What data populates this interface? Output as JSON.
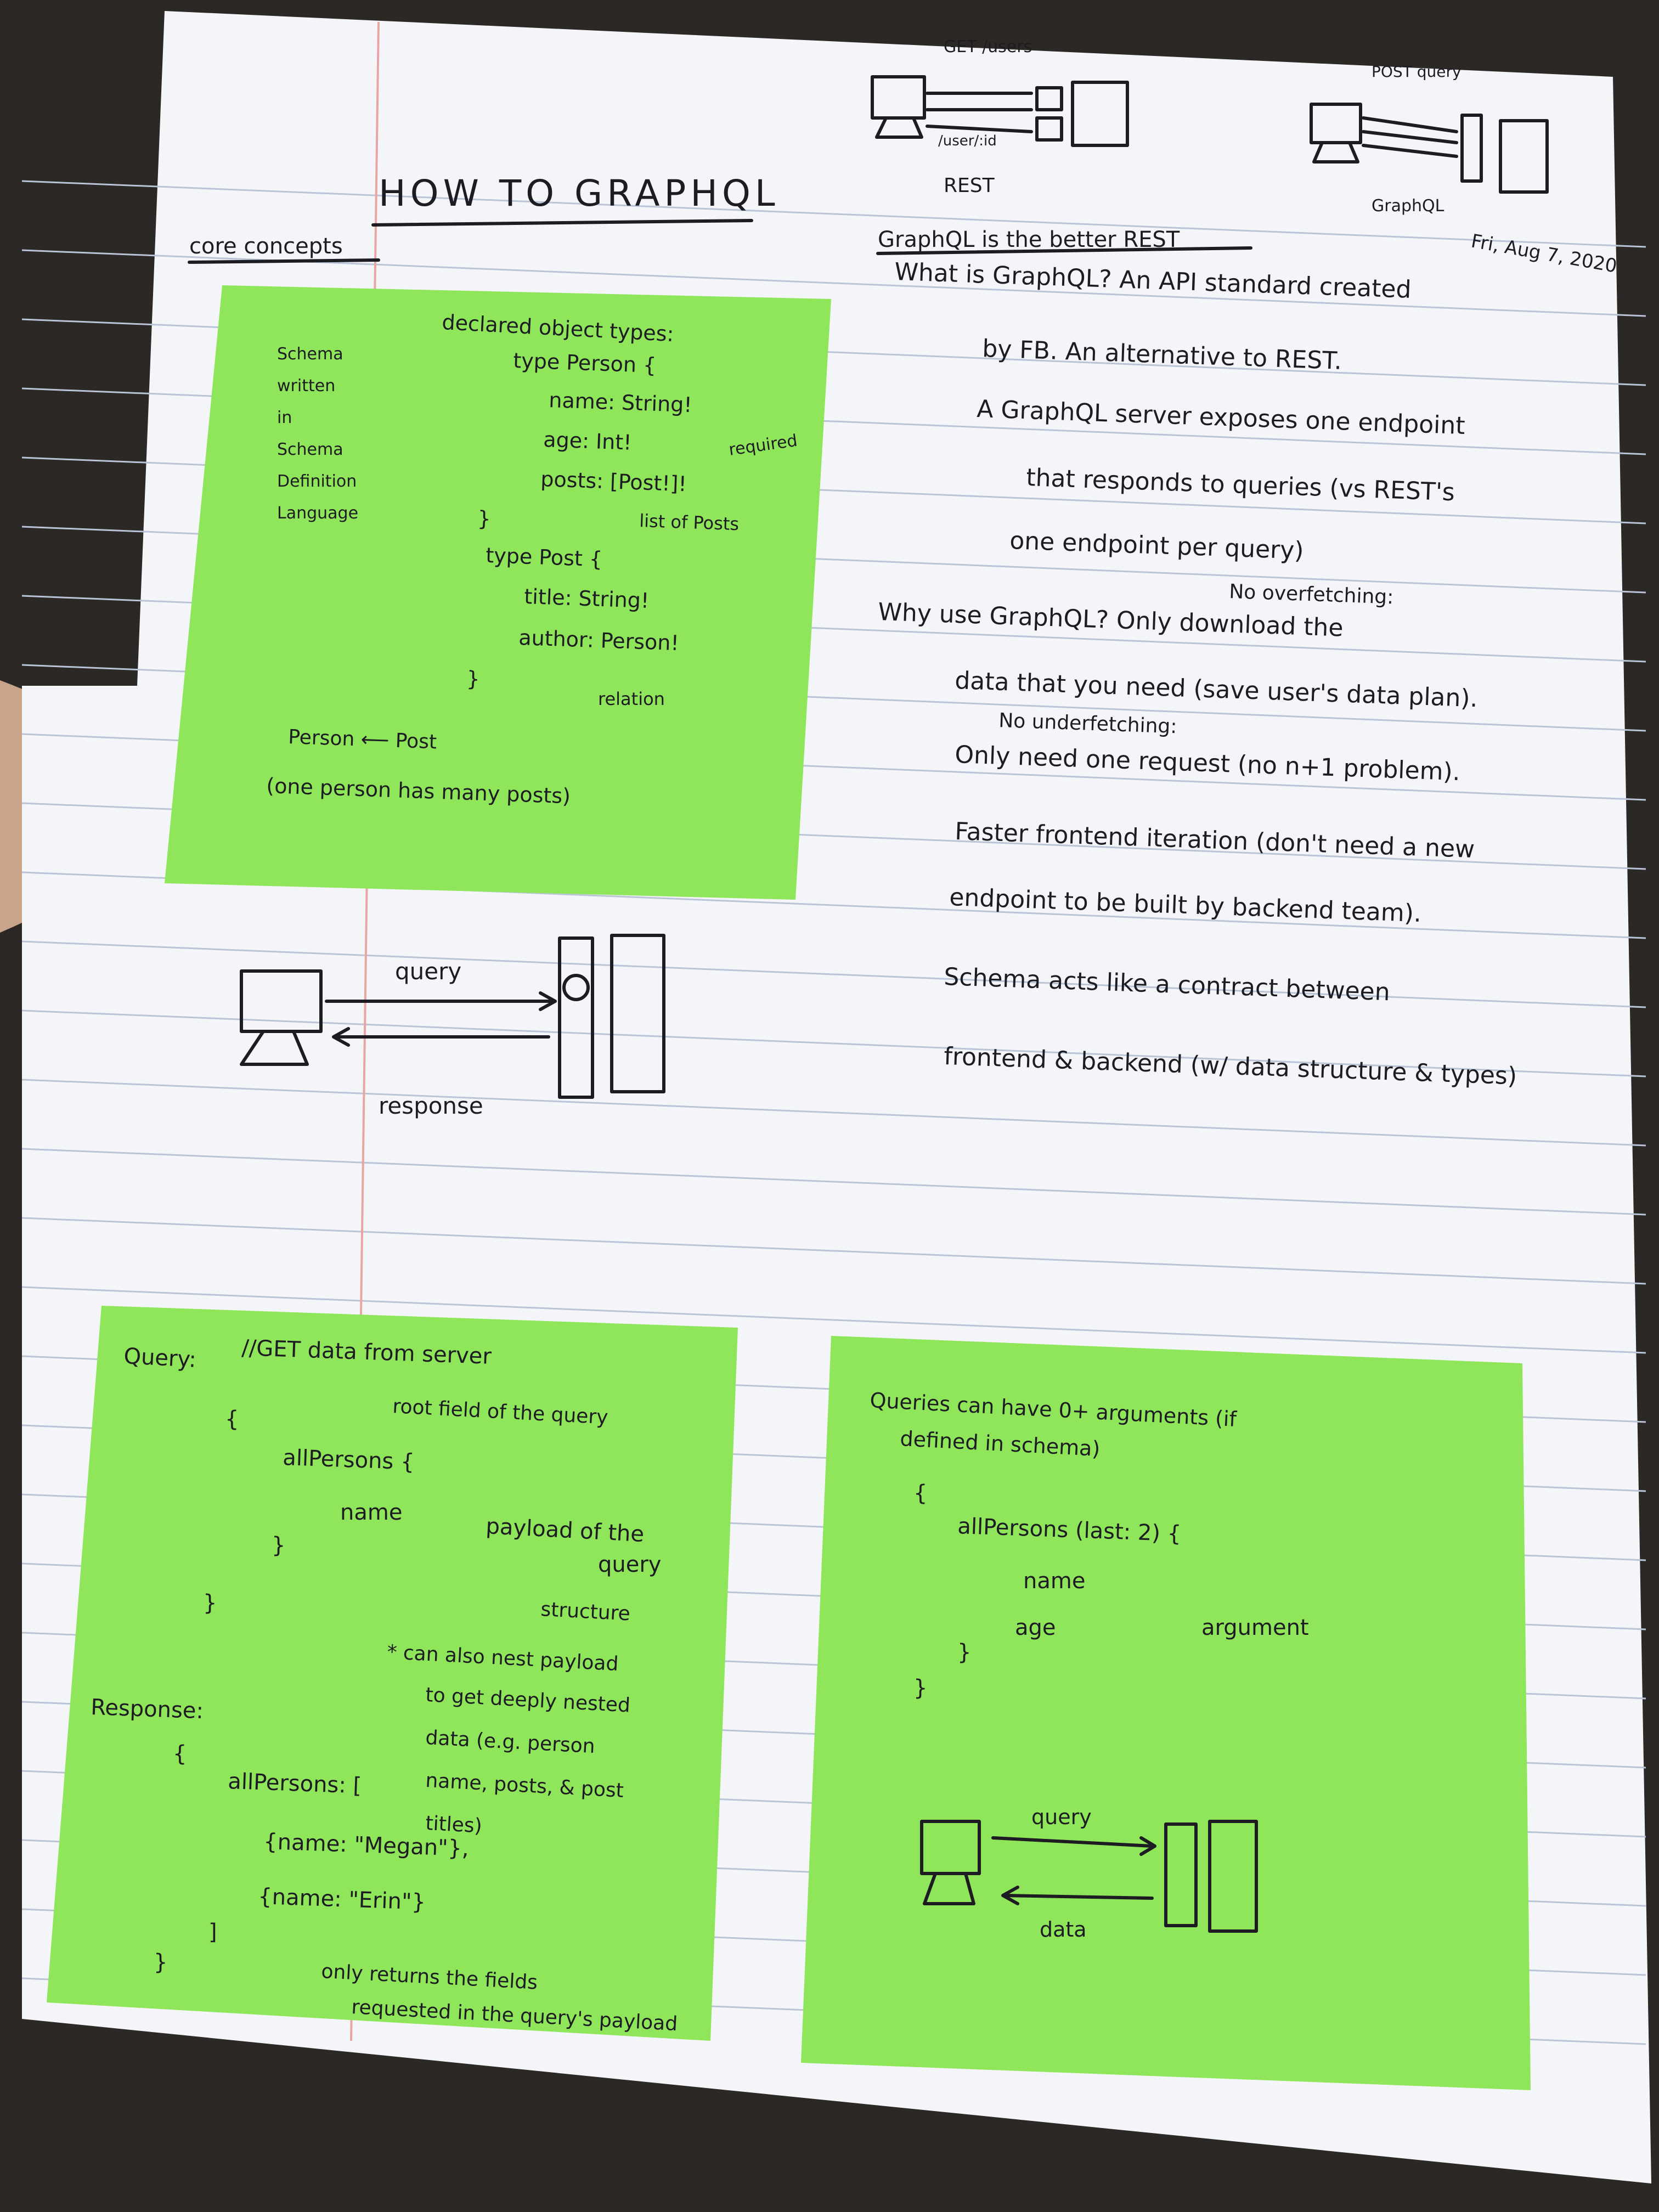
{
  "page": {
    "title": "HOW TO GRAPHQL",
    "section": "core concepts",
    "date": "Fri, Aug 7, 2020"
  },
  "diagrams": {
    "rest": {
      "get_label": "GET /users",
      "get_sub": "/user/:id",
      "caption": "REST"
    },
    "graphql": {
      "post_label": "POST query",
      "caption": "GraphQL"
    },
    "middle": {
      "query": "query",
      "response": "response"
    },
    "bottom": {
      "query": "query",
      "data": "data"
    }
  },
  "notes_text": {
    "heading": "GraphQL is the better REST",
    "lines": [
      "What is GraphQL? An API standard created",
      "by FB. An alternative to REST.",
      "A GraphQL server exposes one endpoint",
      "that responds to queries (vs REST's",
      "one endpoint per query)",
      "No overfetching:",
      "Why use GraphQL? Only download the",
      "data that you need (save user's data plan).",
      "No underfetching:",
      "Only need one request (no n+1 problem).",
      "Faster frontend iteration (don't need a new",
      "endpoint to be built by backend team).",
      "Schema acts like a contract between",
      "frontend & backend (w/ data structure & types)"
    ]
  },
  "sticky_schema": {
    "left": [
      "Schema",
      "written",
      "in",
      "Schema",
      "Definition",
      "Language"
    ],
    "heading": "declared object types:",
    "person": [
      "type Person {",
      "name: String!",
      "age: Int!",
      "posts: [Post!]!",
      "}"
    ],
    "required": "required",
    "list_of_posts": "list of Posts",
    "post": [
      "type Post {",
      "title: String!",
      "author: Person!",
      "}"
    ],
    "relation": "relation",
    "relation_line": "Person ⟵ Post",
    "relation_note": "(one person has many posts)"
  },
  "sticky_query": {
    "query_label": "Query:",
    "comment": "//GET data from server",
    "open": "{",
    "root_note": "root field of the query",
    "all_persons": "allPersons {",
    "name": "name",
    "payload": "payload of the",
    "payload2": "query",
    "close_inner": "}",
    "close_outer": "}",
    "structure_note": [
      "structure",
      "* can also nest payload",
      "to get deeply nested",
      "data (e.g. person",
      "name, posts, & post",
      "titles)"
    ],
    "response_label": "Response:",
    "resp_open": "{",
    "resp_all": "allPersons: [",
    "resp_1": "{name: \"Megan\"},",
    "resp_2": "{name: \"Erin\"}",
    "resp_close_arr": "]",
    "resp_close": "}",
    "only_returns": [
      "only returns the fields",
      "requested in the query's payload"
    ]
  },
  "sticky_args": {
    "intro": [
      "Queries can have 0+ arguments (if",
      "defined in schema)"
    ],
    "open": "{",
    "all_persons": "allPersons (last: 2) {",
    "name": "name",
    "age": "age",
    "argument": "argument",
    "close_inner": "}",
    "close_outer": "}"
  }
}
